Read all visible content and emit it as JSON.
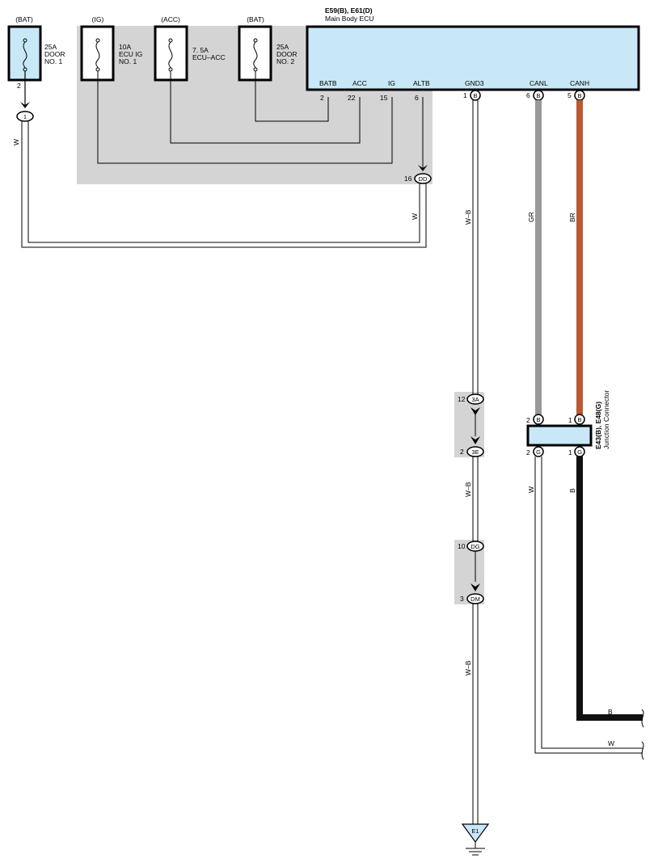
{
  "ecu": {
    "title": "E59(B), E61(D)",
    "name": "Main Body ECU",
    "pins": [
      "BATB",
      "ACC",
      "IG",
      "ALTB",
      "GND3",
      "CANL",
      "CANH"
    ],
    "pin_numbers": [
      "2",
      "22",
      "15",
      "6",
      "1",
      "6",
      "5"
    ],
    "pin_connectors": [
      "B",
      "B",
      "B"
    ]
  },
  "fuses": [
    {
      "source": "(BAT)",
      "line1": "25A",
      "line2": "DOOR",
      "line3": "NO. 1"
    },
    {
      "source": "(IG)",
      "line1": "10A",
      "line2": "ECU IG",
      "line3": "NO. 1"
    },
    {
      "source": "(ACC)",
      "line1": "7. 5A",
      "line2": "ECU–ACC",
      "line3": ""
    },
    {
      "source": "(BAT)",
      "line1": "25A",
      "line2": "DOOR",
      "line3": "NO. 2"
    }
  ],
  "fuse1_pin": "2",
  "connector_1": "1",
  "connector_dd": {
    "pin": "16",
    "label": "DD"
  },
  "connectors_ground": [
    {
      "pin": "12",
      "label": "3A"
    },
    {
      "pin": "2",
      "label": "3E"
    },
    {
      "pin": "10",
      "label": "DG"
    },
    {
      "pin": "3",
      "label": "DM"
    }
  ],
  "wire_colors": {
    "w_left": "W",
    "w_dd": "W",
    "wb_1": "W–B",
    "wb_2": "W–B",
    "wb_3": "W–B",
    "gr": "GR",
    "br": "BR",
    "w_right": "W",
    "b_right": "B",
    "b_out": "B",
    "w_out": "W"
  },
  "junction": {
    "title": "E43(B), E48(G)",
    "name": "Junction Connector",
    "top_pins": [
      "2",
      "1"
    ],
    "top_conn": [
      "B",
      "B"
    ],
    "bottom_pins": [
      "2",
      "1"
    ],
    "bottom_conn": [
      "G",
      "G"
    ]
  },
  "ground": "E1",
  "colors": {
    "ecu_fill": "#c8e8f8",
    "gray_area": "#d4d4d4",
    "wire_gr": "#999999",
    "wire_br": "#b85a30",
    "wire_b": "#111111"
  }
}
